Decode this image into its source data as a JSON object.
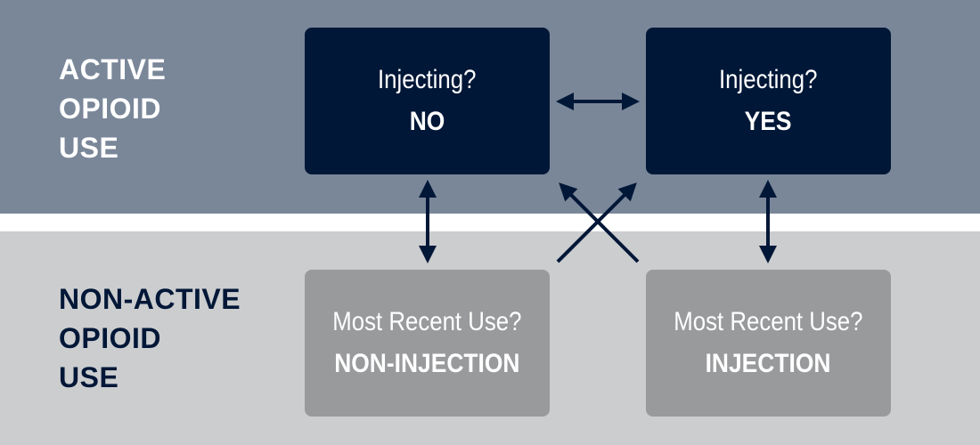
{
  "colors": {
    "top_band": "#7a8799",
    "bottom_band": "#cccdcf",
    "divider": "#ffffff",
    "active_box": "#001737",
    "inactive_box": "#999a9c",
    "active_label": "#ffffff",
    "inactive_label": "#001737",
    "box_text": "#ffffff",
    "arrow": "#001737"
  },
  "rows": {
    "active": {
      "label_lines": [
        "ACTIVE",
        "OPIOID",
        "USE"
      ]
    },
    "non_active": {
      "label_lines": [
        "NON-ACTIVE",
        "OPIOID",
        "USE"
      ]
    }
  },
  "boxes": {
    "active_no": {
      "question": "Injecting?",
      "answer": "NO"
    },
    "active_yes": {
      "question": "Injecting?",
      "answer": "YES"
    },
    "nonactive_noninjection": {
      "question": "Most Recent Use?",
      "answer": "NON-INJECTION"
    },
    "nonactive_injection": {
      "question": "Most Recent Use?",
      "answer": "INJECTION"
    }
  },
  "connections": [
    {
      "from": "active_no",
      "to": "active_yes",
      "direction": "both"
    },
    {
      "from": "active_no",
      "to": "nonactive_noninjection",
      "direction": "both"
    },
    {
      "from": "active_yes",
      "to": "nonactive_injection",
      "direction": "both"
    },
    {
      "from": "nonactive_noninjection",
      "to": "active_yes",
      "direction": "to"
    },
    {
      "from": "nonactive_injection",
      "to": "active_no",
      "direction": "to"
    }
  ]
}
